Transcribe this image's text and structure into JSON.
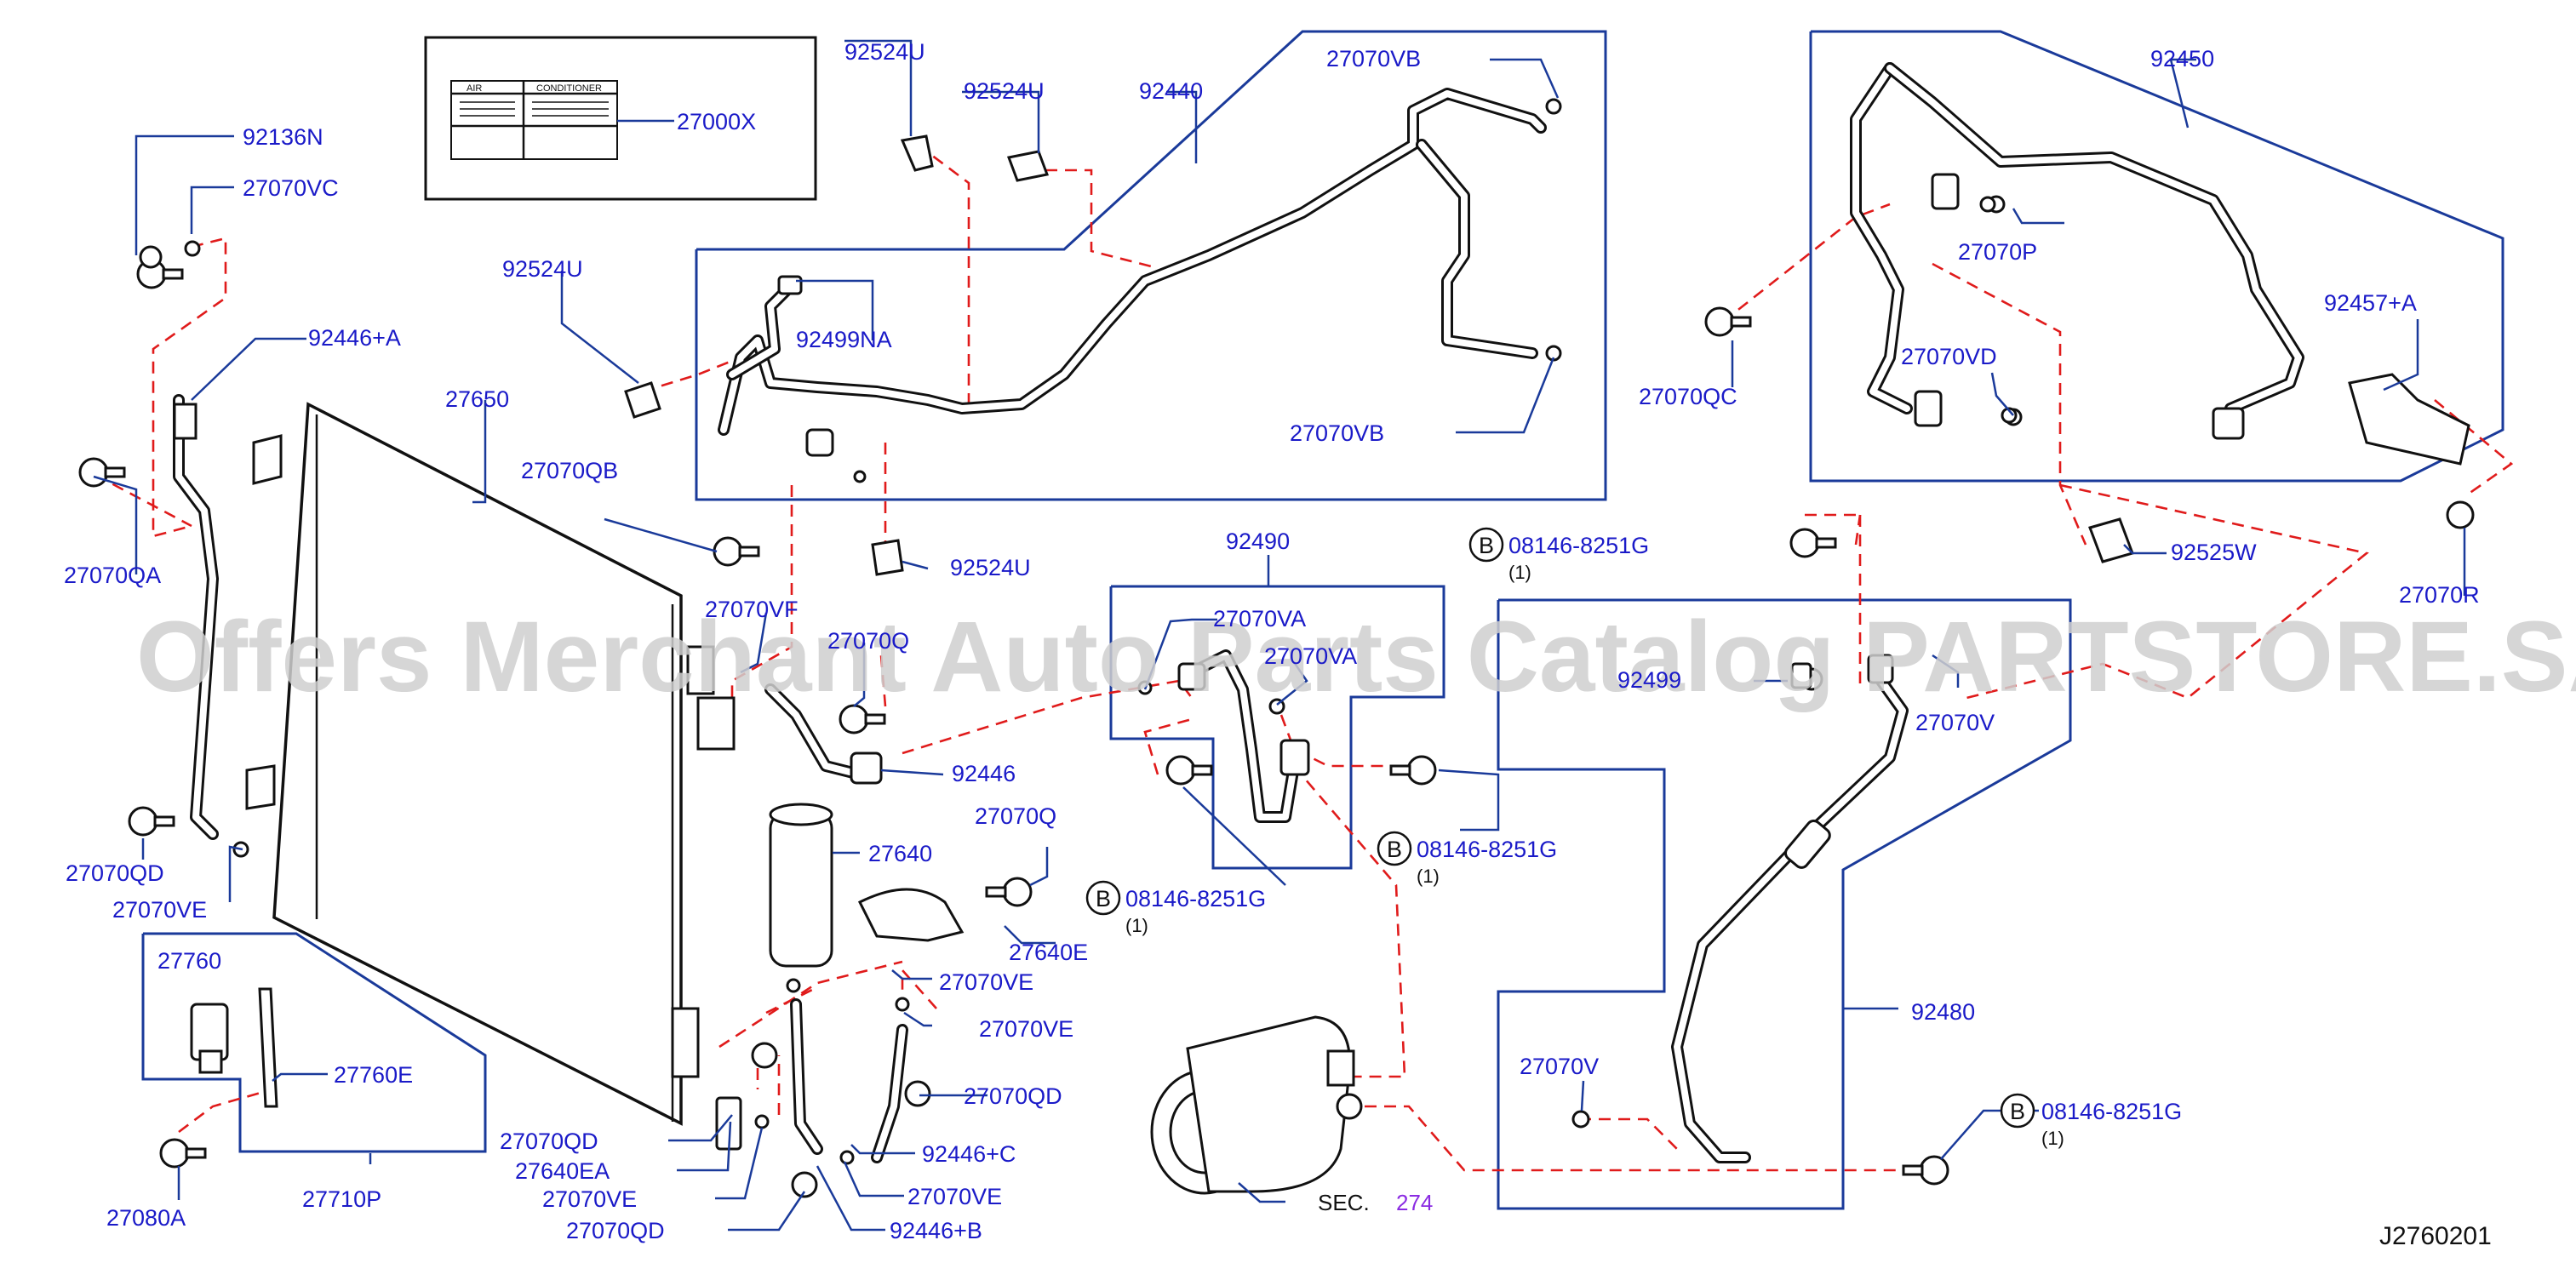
{
  "labels": {
    "l92136N": "92136N",
    "l27070VC": "27070VC",
    "l27000X": "27000X",
    "l92524U_a": "92524U",
    "l92524U_b": "92524U",
    "l92440": "92440",
    "l27070VB_a": "27070VB",
    "l92450": "92450",
    "l92446A_a": "92446+A",
    "l27650": "27650",
    "l92524U_c": "92524U",
    "l92499NA": "92499NA",
    "l27070VB_b": "27070VB",
    "l27070P": "27070P",
    "l27070QC": "27070QC",
    "l27070VD": "27070VD",
    "l92457A": "92457+A",
    "l27070QA": "27070QA",
    "l27070QB": "27070QB",
    "l92524U_d": "92524U",
    "l92490": "92490",
    "l08146_a": "08146-8251G",
    "l92525W": "92525W",
    "l27070R": "27070R",
    "l27070VF": "27070VF",
    "l27070VA_a": "27070VA",
    "l27070VA_b": "27070VA",
    "l27070Q_partial": "27070Q",
    "l92499_partial": "92499",
    "l27070V_a": "27070V",
    "l92446": "92446",
    "l08146_b": "08146-8251G",
    "l27070QD_a": "27070QD",
    "l27640": "27640",
    "l27070Q": "27070Q",
    "l27070VE_a": "27070VE",
    "l08146_c": "08146-8251G",
    "l27760": "27760",
    "l27640E": "27640E",
    "l27070VE_b": "27070VE",
    "l27070VE_c": "27070VE",
    "l92480": "92480",
    "l27760E": "27760E",
    "l27070QD_b": "27070QD",
    "l27070V_b": "27070V",
    "l08146_d": "08146-8251G",
    "l27070QD_c": "27070QD",
    "l92446C": "92446+C",
    "l27640EA": "27640EA",
    "l27080A": "27080A",
    "l27710P": "27710P",
    "l27070VE_d": "27070VE",
    "l27070VE_e": "27070VE",
    "l27070QD_d": "27070QD",
    "l92446B": "92446+B",
    "sec_prefix": "SEC.",
    "sec_num": "274",
    "qty": "(1)",
    "circle_b": "B",
    "label_air": "AIR",
    "label_cond": "CONDITIONER"
  },
  "diagram_id": "J2760201",
  "watermark": "Offers Merchant Auto Parts Catalog PARTSTORE.SA",
  "colors": {
    "label": "#1a1ac8",
    "leader": "#1a3a9a",
    "dashed": "#e01b1b",
    "sec_number": "#8a2be2",
    "watermark": "#cfcfcf"
  }
}
